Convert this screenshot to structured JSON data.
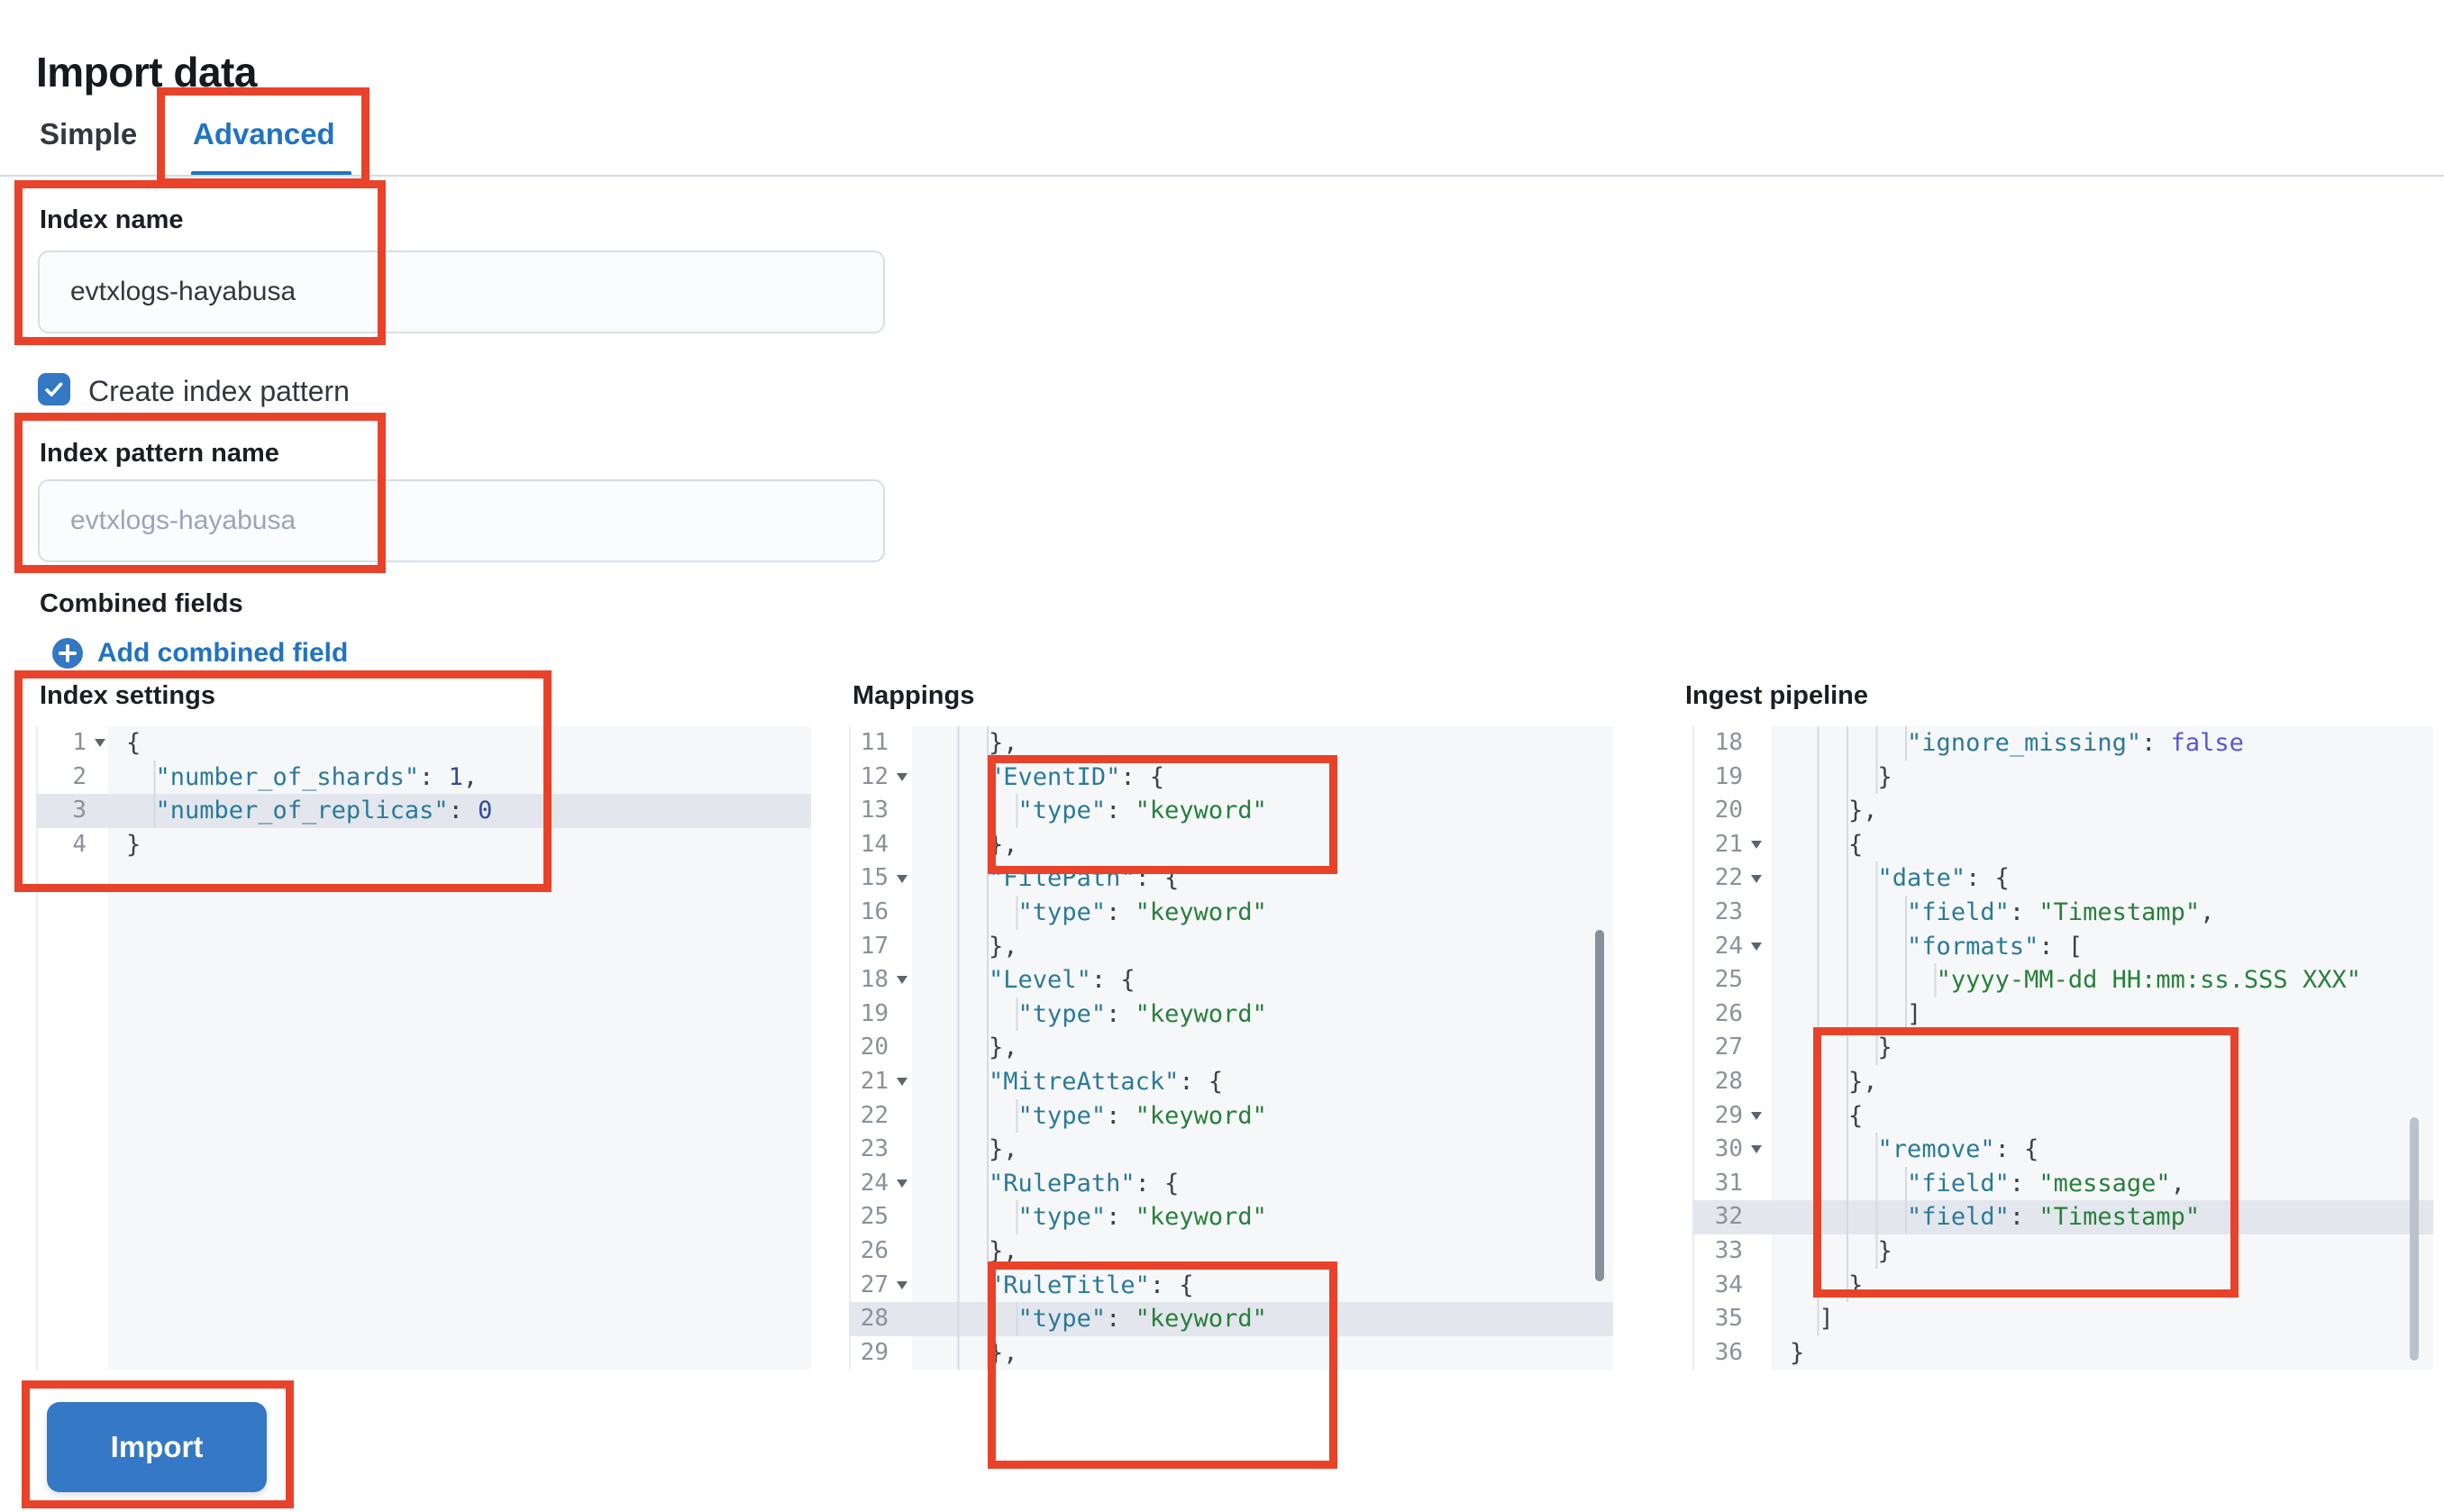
{
  "page": {
    "title": "Import data"
  },
  "tabs": [
    {
      "label": "Simple",
      "selected": false
    },
    {
      "label": "Advanced",
      "selected": true
    }
  ],
  "form": {
    "index_name": {
      "label": "Index name",
      "value": "evtxlogs-hayabusa"
    },
    "create_index_pattern": {
      "label": "Create index pattern",
      "checked": true
    },
    "index_pattern_name": {
      "label": "Index pattern name",
      "value": "",
      "placeholder": "evtxlogs-hayabusa"
    },
    "combined_fields": {
      "label": "Combined fields",
      "add_link_label": "Add combined field"
    }
  },
  "import_button": {
    "label": "Import"
  },
  "icons": [
    "checkmark-icon",
    "plus-icon",
    "fold-arrow-icon"
  ],
  "colors": {
    "accent": "#2173c2",
    "button": "#3478c6",
    "checkbox": "#3377c5",
    "annotation": "#e8432a",
    "divider": "#d3dae6",
    "editor_bg": "#f6f7f9",
    "hl": "#e3e7ed",
    "key": "#2b7a99",
    "string": "#27803b",
    "number": "#33499c",
    "boolean": "#5757d6",
    "punct": "#3d414a"
  },
  "editors": [
    {
      "id": "index-settings",
      "label": "Index settings",
      "lines": [
        {
          "n": 1,
          "fold": true,
          "ind": 0,
          "tok": [
            [
              "pun",
              "{"
            ]
          ]
        },
        {
          "n": 2,
          "ind": 2,
          "tok": [
            [
              "key",
              "\"number_of_shards\""
            ],
            [
              "pun",
              ": "
            ],
            [
              "num",
              "1"
            ],
            [
              "pun",
              ","
            ]
          ]
        },
        {
          "n": 3,
          "ind": 2,
          "hl": true,
          "tok": [
            [
              "key",
              "\"number_of_replicas\""
            ],
            [
              "pun",
              ": "
            ],
            [
              "num",
              "0"
            ]
          ]
        },
        {
          "n": 4,
          "ind": 0,
          "tok": [
            [
              "pun",
              "}"
            ]
          ]
        }
      ]
    },
    {
      "id": "mappings",
      "label": "Mappings",
      "lines": [
        {
          "n": 11,
          "ind": 4,
          "tok": [
            [
              "pun",
              "},"
            ]
          ]
        },
        {
          "n": 12,
          "fold": true,
          "ind": 4,
          "tok": [
            [
              "key",
              "\"EventID\""
            ],
            [
              "pun",
              ": {"
            ]
          ]
        },
        {
          "n": 13,
          "ind": 6,
          "tok": [
            [
              "key",
              "\"type\""
            ],
            [
              "pun",
              ": "
            ],
            [
              "str",
              "\"keyword\""
            ]
          ]
        },
        {
          "n": 14,
          "ind": 4,
          "tok": [
            [
              "pun",
              "},"
            ]
          ]
        },
        {
          "n": 15,
          "fold": true,
          "ind": 4,
          "tok": [
            [
              "key",
              "\"FilePath\""
            ],
            [
              "pun",
              ": {"
            ]
          ]
        },
        {
          "n": 16,
          "ind": 6,
          "tok": [
            [
              "key",
              "\"type\""
            ],
            [
              "pun",
              ": "
            ],
            [
              "str",
              "\"keyword\""
            ]
          ]
        },
        {
          "n": 17,
          "ind": 4,
          "tok": [
            [
              "pun",
              "},"
            ]
          ]
        },
        {
          "n": 18,
          "fold": true,
          "ind": 4,
          "tok": [
            [
              "key",
              "\"Level\""
            ],
            [
              "pun",
              ": {"
            ]
          ]
        },
        {
          "n": 19,
          "ind": 6,
          "tok": [
            [
              "key",
              "\"type\""
            ],
            [
              "pun",
              ": "
            ],
            [
              "str",
              "\"keyword\""
            ]
          ]
        },
        {
          "n": 20,
          "ind": 4,
          "tok": [
            [
              "pun",
              "},"
            ]
          ]
        },
        {
          "n": 21,
          "fold": true,
          "ind": 4,
          "tok": [
            [
              "key",
              "\"MitreAttack\""
            ],
            [
              "pun",
              ": {"
            ]
          ]
        },
        {
          "n": 22,
          "ind": 6,
          "tok": [
            [
              "key",
              "\"type\""
            ],
            [
              "pun",
              ": "
            ],
            [
              "str",
              "\"keyword\""
            ]
          ]
        },
        {
          "n": 23,
          "ind": 4,
          "tok": [
            [
              "pun",
              "},"
            ]
          ]
        },
        {
          "n": 24,
          "fold": true,
          "ind": 4,
          "tok": [
            [
              "key",
              "\"RulePath\""
            ],
            [
              "pun",
              ": {"
            ]
          ]
        },
        {
          "n": 25,
          "ind": 6,
          "tok": [
            [
              "key",
              "\"type\""
            ],
            [
              "pun",
              ": "
            ],
            [
              "str",
              "\"keyword\""
            ]
          ]
        },
        {
          "n": 26,
          "ind": 4,
          "tok": [
            [
              "pun",
              "},"
            ]
          ]
        },
        {
          "n": 27,
          "fold": true,
          "ind": 4,
          "tok": [
            [
              "key",
              "\"RuleTitle\""
            ],
            [
              "pun",
              ": {"
            ]
          ]
        },
        {
          "n": 28,
          "ind": 6,
          "hl": true,
          "tok": [
            [
              "key",
              "\"type\""
            ],
            [
              "pun",
              ": "
            ],
            [
              "str",
              "\"keyword\""
            ]
          ]
        },
        {
          "n": 29,
          "ind": 4,
          "tok": [
            [
              "pun",
              "},"
            ]
          ]
        }
      ]
    },
    {
      "id": "ingest-pipeline",
      "label": "Ingest pipeline",
      "lines": [
        {
          "n": 18,
          "ind": 8,
          "tok": [
            [
              "key",
              "\"ignore_missing\""
            ],
            [
              "pun",
              ": "
            ],
            [
              "bool",
              "false"
            ]
          ]
        },
        {
          "n": 19,
          "ind": 6,
          "tok": [
            [
              "pun",
              "}"
            ]
          ]
        },
        {
          "n": 20,
          "ind": 4,
          "tok": [
            [
              "pun",
              "},"
            ]
          ]
        },
        {
          "n": 21,
          "fold": true,
          "ind": 4,
          "tok": [
            [
              "pun",
              "{"
            ]
          ]
        },
        {
          "n": 22,
          "fold": true,
          "ind": 6,
          "tok": [
            [
              "key",
              "\"date\""
            ],
            [
              "pun",
              ": {"
            ]
          ]
        },
        {
          "n": 23,
          "ind": 8,
          "tok": [
            [
              "key",
              "\"field\""
            ],
            [
              "pun",
              ": "
            ],
            [
              "str",
              "\"Timestamp\""
            ],
            [
              "pun",
              ","
            ]
          ]
        },
        {
          "n": 24,
          "fold": true,
          "ind": 8,
          "tok": [
            [
              "key",
              "\"formats\""
            ],
            [
              "pun",
              ": ["
            ]
          ]
        },
        {
          "n": 25,
          "ind": 10,
          "tok": [
            [
              "str",
              "\"yyyy-MM-dd HH:mm:ss.SSS XXX\""
            ]
          ]
        },
        {
          "n": 26,
          "ind": 8,
          "tok": [
            [
              "pun",
              "]"
            ]
          ]
        },
        {
          "n": 27,
          "ind": 6,
          "tok": [
            [
              "pun",
              "}"
            ]
          ]
        },
        {
          "n": 28,
          "ind": 4,
          "tok": [
            [
              "pun",
              "},"
            ]
          ]
        },
        {
          "n": 29,
          "fold": true,
          "ind": 4,
          "tok": [
            [
              "pun",
              "{"
            ]
          ]
        },
        {
          "n": 30,
          "fold": true,
          "ind": 6,
          "tok": [
            [
              "key",
              "\"remove\""
            ],
            [
              "pun",
              ": {"
            ]
          ]
        },
        {
          "n": 31,
          "ind": 8,
          "tok": [
            [
              "key",
              "\"field\""
            ],
            [
              "pun",
              ": "
            ],
            [
              "str",
              "\"message\""
            ],
            [
              "pun",
              ","
            ]
          ]
        },
        {
          "n": 32,
          "ind": 8,
          "hl": true,
          "tok": [
            [
              "key",
              "\"field\""
            ],
            [
              "pun",
              ": "
            ],
            [
              "str",
              "\"Timestamp\""
            ]
          ]
        },
        {
          "n": 33,
          "ind": 6,
          "tok": [
            [
              "pun",
              "}"
            ]
          ]
        },
        {
          "n": 34,
          "ind": 4,
          "tok": [
            [
              "pun",
              "}"
            ]
          ]
        },
        {
          "n": 35,
          "ind": 2,
          "tok": [
            [
              "pun",
              "]"
            ]
          ]
        },
        {
          "n": 36,
          "ind": 0,
          "tok": [
            [
              "pun",
              "}"
            ]
          ]
        }
      ]
    }
  ]
}
